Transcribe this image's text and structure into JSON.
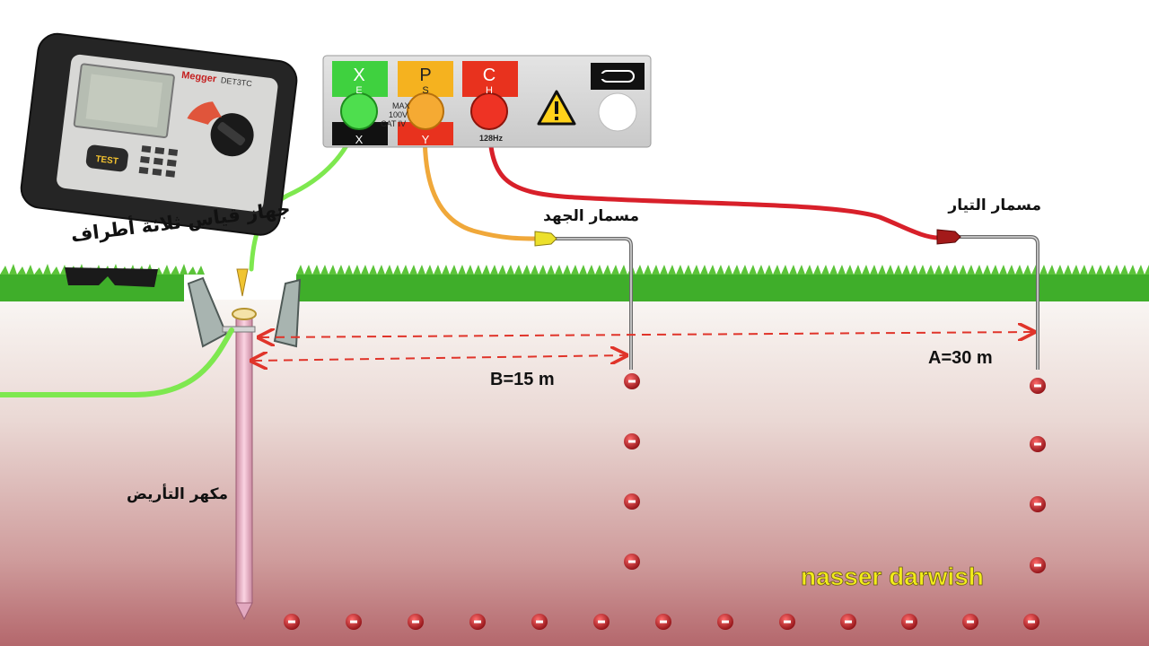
{
  "meter": {
    "brand": "Megger",
    "model": "DET3TC",
    "test_button": "TEST",
    "caption": "جهاز قياس ثلاثة أطراف"
  },
  "terminal_panel": {
    "terminals": [
      {
        "top": "X",
        "sub": "E",
        "bottom": "X",
        "color": "#3fd13f"
      },
      {
        "top": "P",
        "sub": "S",
        "bottom": "Y",
        "color": "#f5b21f"
      },
      {
        "top": "C",
        "sub": "H",
        "bottom": "",
        "color": "#e8321e"
      }
    ],
    "rating_lines": [
      "MAX",
      "100V",
      "CAT IV"
    ],
    "frequency": "128Hz",
    "warning_icon": "warning-triangle-icon",
    "clamp_icon": "clamp-jack-icon"
  },
  "labels": {
    "potential_spike": "مسمار الجهد",
    "current_spike": "مسمار التيار",
    "earth_electrode": "مكهر التأريض",
    "distance_b": "B=15 m",
    "distance_a": "A=30 m",
    "watermark": "nasser darwish"
  },
  "colors": {
    "wire_e": "#7ee84f",
    "wire_p": "#f0a83a",
    "wire_c": "#d8202a",
    "grass": "#3fae2a",
    "soil_top": "#f7f2ee",
    "soil_bottom": "#b96a6e",
    "dimension_line": "#e0342a",
    "watermark": "#f2ec1a"
  }
}
